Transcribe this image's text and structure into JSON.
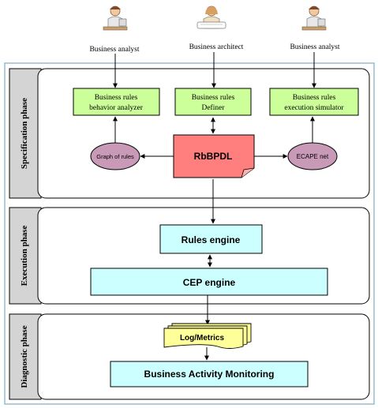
{
  "actors": [
    {
      "label": "Business analyst",
      "icon": "person-at-desk-icon"
    },
    {
      "label": "Business architect",
      "icon": "person-with-papers-icon"
    },
    {
      "label": "Business analyst",
      "icon": "person-at-desk-icon"
    }
  ],
  "phases": {
    "specification": "Specification phase",
    "execution": "Execution phase",
    "diagnostic": "Diagnostic phase"
  },
  "boxes": {
    "behavior_analyzer": [
      "Business rules",
      "behavior analyzer"
    ],
    "definer": [
      "Business rules",
      "Definer"
    ],
    "execution_simulator": [
      "Business rules",
      "execution simulator"
    ],
    "rbbpdl": "RbBPDL",
    "graph_of_rules": "Graph of rules",
    "ecape_net": "ECAPE net",
    "rules_engine": "Rules engine",
    "cep_engine": "CEP  engine",
    "log_metrics": "Log/Metrics",
    "bam": "Business Activity Monitoring"
  },
  "colors": {
    "green_box": "#ccff99",
    "red_doc": "#ff7f7f",
    "ellipse": "#c89ab8",
    "cyan_box": "#ccffff",
    "yellow_doc": "#ffff99",
    "outer_border": "#99bbcc"
  }
}
